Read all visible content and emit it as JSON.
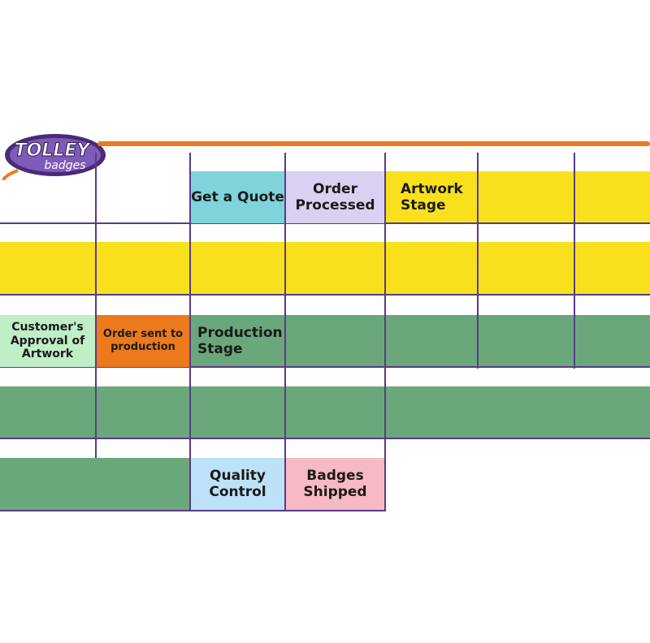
{
  "logo": {
    "word1": "TOLLEY",
    "word2": "badges"
  },
  "colors": {
    "line": "#5a3a8a",
    "orange": "#ec7a1c",
    "teal": "#7fd4db",
    "lavender": "#dcd0f2",
    "yellow": "#f8e11c",
    "light_green": "#bfeec7",
    "orange_cell": "#ec7a1c",
    "green": "#6aa87c",
    "light_blue": "#bde1f7",
    "pink": "#f7b9c4"
  },
  "steps": {
    "get_quote": "Get a Quote",
    "order_processed": "Order Processed",
    "artwork_stage": "Artwork Stage",
    "customer_approval": "Customer's Approval of Artwork",
    "order_sent": "Order sent to production",
    "production_stage": "Production Stage",
    "quality_control": "Quality Control",
    "badges_shipped": "Badges Shipped"
  }
}
